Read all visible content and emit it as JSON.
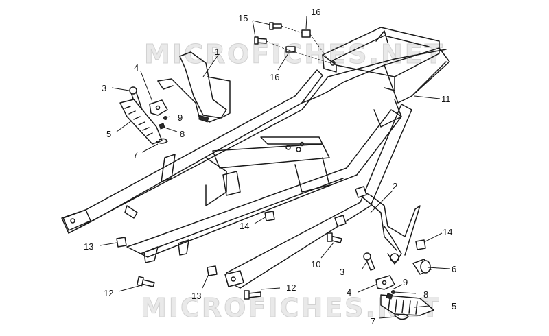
{
  "watermarks": [
    "MICROFICHES.NET",
    "MICROFICHES.NET"
  ],
  "callouts": {
    "c1": "1",
    "c2": "2",
    "c3a": "3",
    "c3b": "3",
    "c4a": "4",
    "c4b": "4",
    "c5a": "5",
    "c5b": "5",
    "c6": "6",
    "c7a": "7",
    "c7b": "7",
    "c8a": "8",
    "c8b": "8",
    "c9a": "9",
    "c9b": "9",
    "c10": "10",
    "c11": "11",
    "c12a": "12",
    "c12b": "12",
    "c13a": "13",
    "c13b": "13",
    "c14a": "14",
    "c14b": "14",
    "c15": "15",
    "c16a": "16",
    "c16b": "16"
  }
}
